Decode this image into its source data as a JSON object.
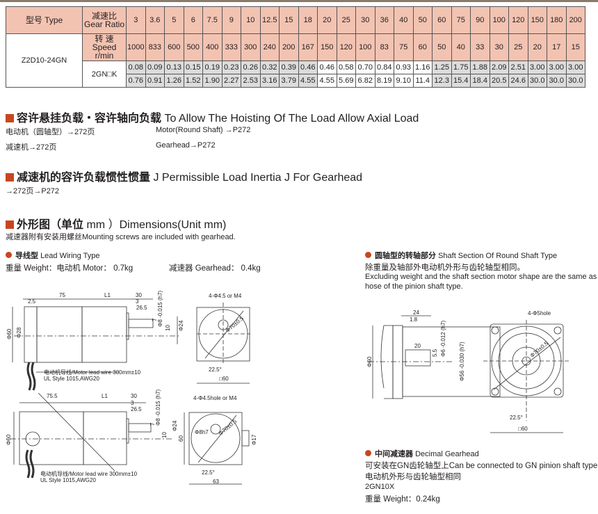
{
  "table": {
    "type_header": "型号 Type",
    "ratio_header_cn": "减速比",
    "ratio_header_en": "Gear Ratio",
    "speed_header_cn": "转 速",
    "speed_header_en": "Speed r/min",
    "model": "Z2D10-24GN",
    "gearhead": "2GN□K",
    "ratios": [
      "3",
      "3.6",
      "5",
      "6",
      "7.5",
      "9",
      "10",
      "12.5",
      "15",
      "18",
      "20",
      "25",
      "30",
      "36",
      "40",
      "50",
      "60",
      "75",
      "90",
      "100",
      "120",
      "150",
      "180",
      "200"
    ],
    "speeds": [
      "1000",
      "833",
      "600",
      "500",
      "400",
      "333",
      "300",
      "240",
      "200",
      "167",
      "150",
      "120",
      "100",
      "83",
      "75",
      "60",
      "50",
      "40",
      "33",
      "30",
      "25",
      "20",
      "17",
      "15"
    ],
    "torque_row1": [
      "0.08",
      "0.09",
      "0.13",
      "0.15",
      "0.19",
      "0.23",
      "0.26",
      "0.32",
      "0.39",
      "0.46",
      "0.46",
      "0.58",
      "0.70",
      "0.84",
      "0.93",
      "1.16",
      "1.25",
      "1.75",
      "1.88",
      "2.09",
      "2.51",
      "3.00",
      "3.00",
      "3.00"
    ],
    "torque_row2": [
      "0.76",
      "0.91",
      "1.26",
      "1.52",
      "1.90",
      "2.27",
      "2.53",
      "3.16",
      "3.79",
      "4.55",
      "4.55",
      "5.69",
      "6.82",
      "8.19",
      "9.10",
      "11.4",
      "12.3",
      "15.4",
      "18.4",
      "20.5",
      "24.6",
      "30.0",
      "30.0",
      "30.0"
    ]
  },
  "section1": {
    "title_cn": "容许悬挂负载・容许轴向负载",
    "title_en": "To Allow The Hoisting Of The Load Allow Axial Load",
    "line1_cn": "电动机（圆轴型）→272页",
    "line1_en": "Motor(Round Shaft) →P272",
    "line2_cn": "减速机→272页",
    "line2_en": "Gearhead→P272"
  },
  "section2": {
    "title_cn": "减速机的容许负载惯性惯量",
    "title_en": "J  Permissible Load Inertia J For Gearhead",
    "line": "→272页→P272"
  },
  "section3": {
    "title_cn": "外形图（单位",
    "title_mid": " mm ）",
    "title_en": "Dimensions(Unit mm)",
    "note": "减速器附有安装用螺丝Mounting screws are included with gearhead."
  },
  "lead_type": {
    "title_cn": "导线型",
    "title_en": "Lead Wiring Type",
    "weight_motor": "重量 Weight：电动机 Motor： 0.7kg",
    "weight_gearhead": "减速器 Gearhead： 0.4kg"
  },
  "drawing1": {
    "d75": "75",
    "d25": "2.5",
    "l1": "L1",
    "d30": "30",
    "d3": "3",
    "d265": "26.5",
    "phi8": "Φ8 -0.015 (h7)",
    "phi24": "Φ24",
    "d10": "10",
    "d7": "7",
    "phi60": "Φ60",
    "phi28": "Φ28",
    "hole": "4-Φ4.5 or M4",
    "pcd": "Φ70±0.5",
    "angle": "22.5°",
    "sq60": "□60",
    "lead1": "电动机导线/Motor lead wire 300mm±10",
    "lead2": "UL Style 1015,AWG20"
  },
  "drawing2": {
    "d755": "75.5",
    "l1": "L1",
    "d30": "30",
    "d3": "3",
    "d265": "26.5",
    "phi8": "Φ8 -0.015 (h7)",
    "phi24": "Φ24",
    "d10": "10",
    "d7": "7",
    "phi60": "Φ60",
    "hole": "4-Φ4.5hole or M4",
    "phi8h7": "Φ8h7",
    "pcd": "Φ70±0.5",
    "d60": "60",
    "phi17": "Φ17",
    "angle": "22.5°",
    "d63": "63",
    "lead1": "电动机导线/Motor lead wire 300mm±10",
    "lead2": "UL Style 1015,AWG20"
  },
  "round_shaft": {
    "title_cn": "圆轴型的转轴部分",
    "title_en": "Shaft Section Of Round Shaft Type",
    "line_cn": "除重量及轴部外电动机外形与齿轮轴型相同。",
    "line_en1": "Excluding weight and the shaft section motor shape are the same as t",
    "line_en2": "hose of the pinion shaft type."
  },
  "drawing3": {
    "d24": "24",
    "d18": "1.8",
    "d20": "20",
    "d55": "5.5",
    "phi6": "Φ6 -0.012 (h7)",
    "phi56": "Φ56 -0.030 (h7)",
    "phi60": "Φ60",
    "hole": "4-Φ5hole",
    "pcd": "Φ70±0.5",
    "angle": "22.5°",
    "sq60": "□60"
  },
  "decimal": {
    "title_cn": "中间减速器",
    "title_en": "Decimal Gearhead",
    "line1": "可安装在GN齿轮轴型上Can be connected to GN pinion shaft type",
    "line2": "电动机外形与齿轮轴型相同",
    "model": "2GN10X",
    "weight": "重量 Weight：0.24kg"
  }
}
